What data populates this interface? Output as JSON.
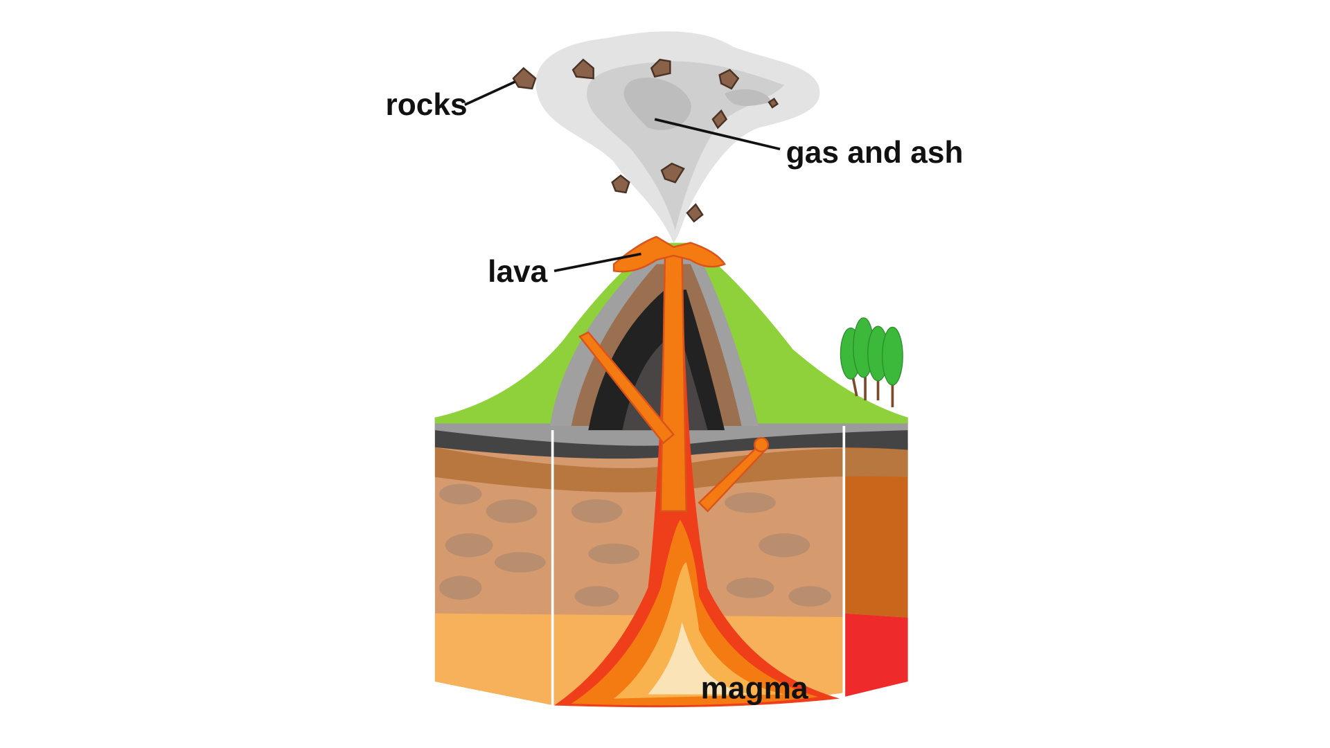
{
  "diagram": {
    "labels": {
      "rocks": "rocks",
      "gas_and_ash": "gas and ash",
      "lava": "lava",
      "magma": "magma"
    },
    "colors": {
      "grass": "#8fd13a",
      "lava": "#f47a12",
      "magma_core": "#fbe3b8",
      "rock_layer": "#d59a6e",
      "sand_layer": "#f6b15a",
      "smoke": "#d8d8d8",
      "rock": "#8a6249"
    }
  }
}
